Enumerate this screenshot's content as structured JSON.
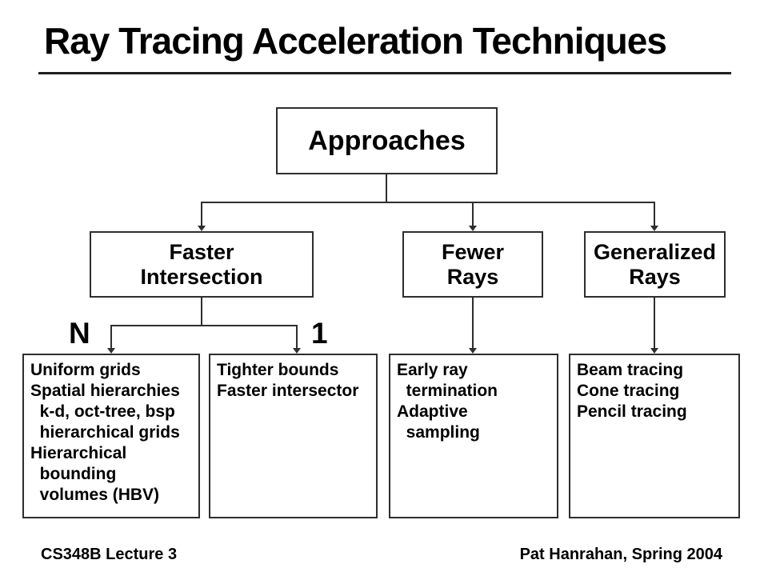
{
  "colors": {
    "background": "#ffffff",
    "text": "#000000",
    "line": "#2e2e2e"
  },
  "slide": {
    "title": "Ray Tracing Acceleration Techniques",
    "footer_left": "CS348B Lecture 3",
    "footer_right": "Pat Hanrahan, Spring 2004"
  },
  "diagram": {
    "root": {
      "label": "Approaches"
    },
    "branches": [
      {
        "label": "Faster\nIntersection"
      },
      {
        "label": "Fewer\nRays"
      },
      {
        "label": "Generalized\nRays"
      }
    ],
    "edge_labels": {
      "n": "N",
      "one": "1"
    },
    "leaves": [
      {
        "label": "Uniform grids\nSpatial hierarchies\n  k-d, oct-tree, bsp\n  hierarchical grids\nHierarchical\n  bounding\n  volumes (HBV)"
      },
      {
        "label": "Tighter bounds\nFaster intersector"
      },
      {
        "label": "Early ray\n  termination\nAdaptive\n  sampling"
      },
      {
        "label": "Beam tracing\nCone tracing\nPencil tracing"
      }
    ]
  }
}
